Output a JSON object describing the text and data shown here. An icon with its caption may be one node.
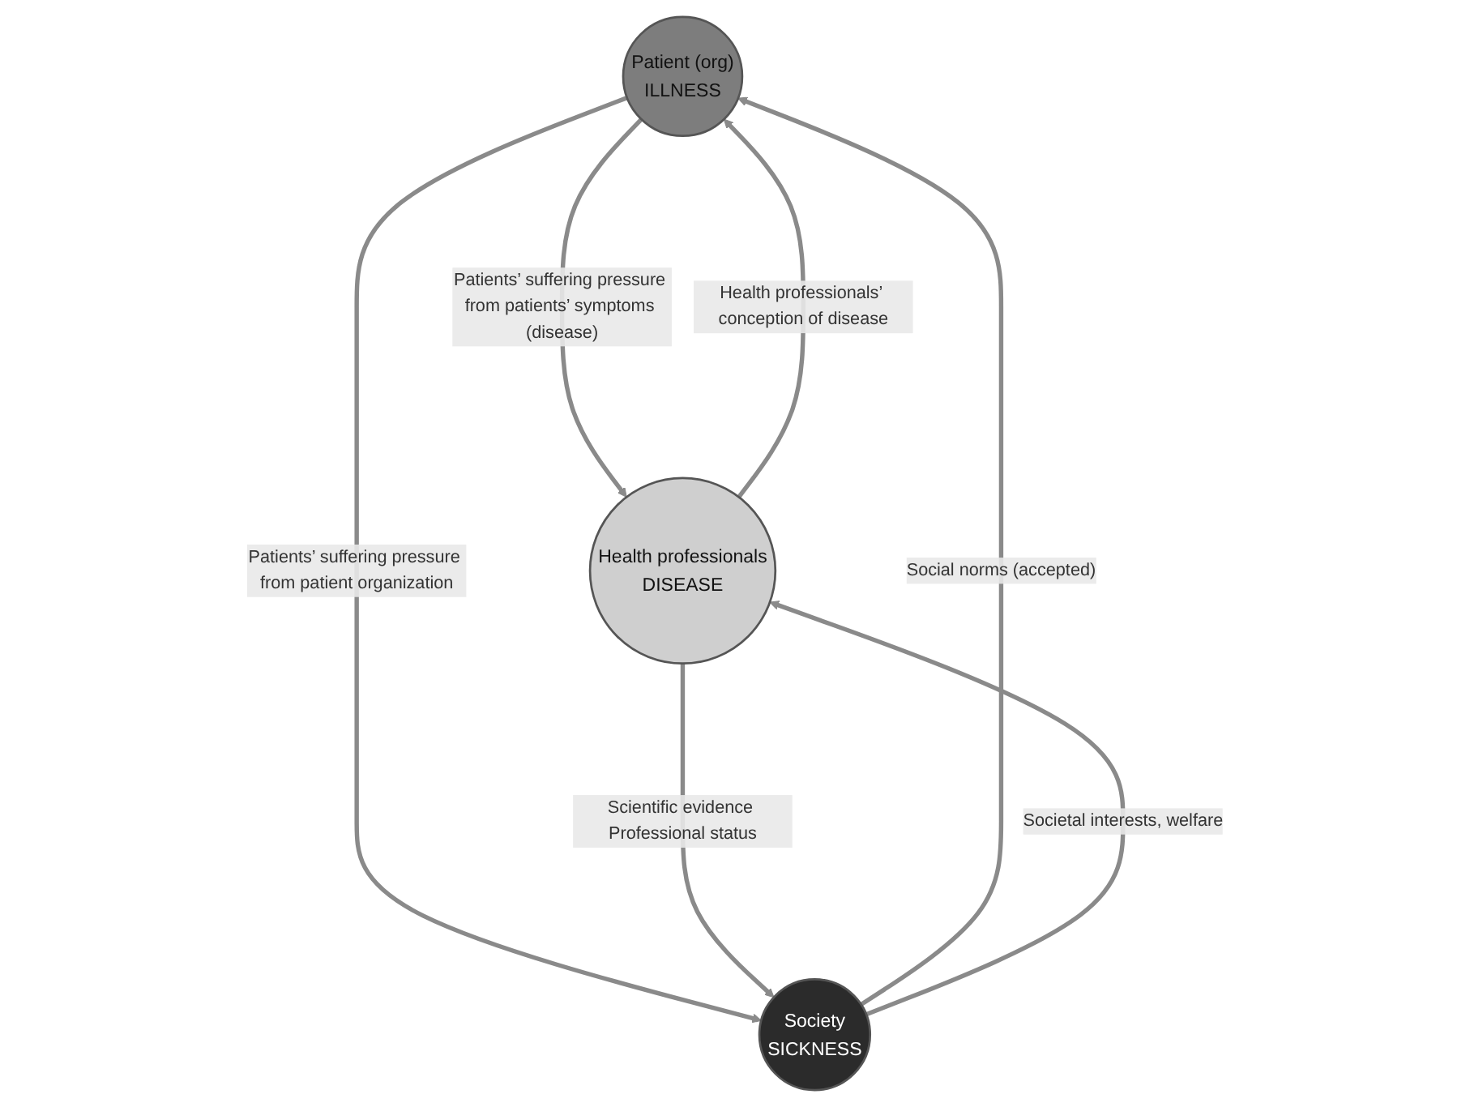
{
  "diagram": {
    "nodes": [
      {
        "text": [
          "Patient (org)",
          "ILLNESS"
        ]
      },
      {
        "text": [
          "Health professionals",
          "DISEASE"
        ]
      },
      {
        "text": [
          "Society",
          "SICKNESS"
        ]
      }
    ],
    "edges": [
      {
        "from": 1,
        "to": 0,
        "arrow": "to",
        "label": "Health professionals’ conception of disease"
      },
      {
        "from": 0,
        "to": 1,
        "arrow": "to",
        "label": "Patients’ suffering pressure from patients’ symptoms (disease)"
      },
      {
        "from": 0,
        "to": 2,
        "arrow": "to",
        "label": "Patients’ suffering pressure from patient organization"
      },
      {
        "from": 2,
        "to": 0,
        "arrow": "to",
        "label": "Social norms (accepted)"
      },
      {
        "from": 1,
        "to": 2,
        "arrow": "to",
        "label": "Scientific evidence Professional status"
      },
      {
        "from": 2,
        "to": 1,
        "arrow": "to",
        "label": "Societal interests, welfare"
      }
    ]
  }
}
